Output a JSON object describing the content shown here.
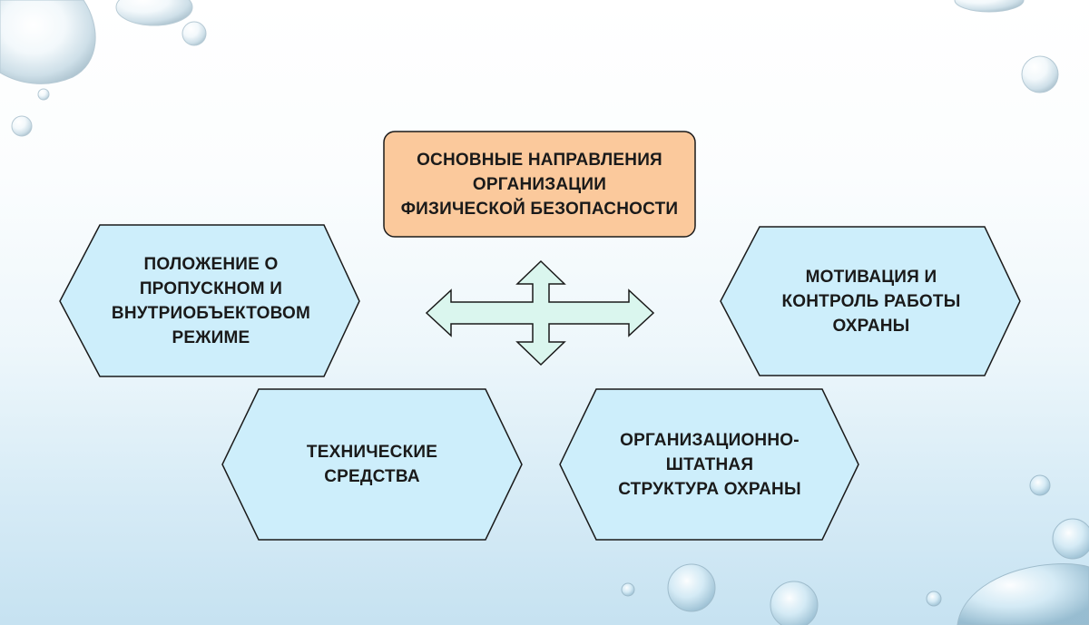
{
  "center": {
    "lines": [
      "ОСНОВНЫЕ НАПРАВЛЕНИЯ",
      "ОРГАНИЗАЦИИ",
      "ФИЗИЧЕСКОЙ БЕЗОПАСНОСТИ"
    ]
  },
  "nodes": {
    "top_left": {
      "lines": [
        "ПОЛОЖЕНИЕ О",
        "ПРОПУСКНОМ И",
        "ВНУТРИОБЪЕКТОВОМ",
        "РЕЖИМЕ"
      ]
    },
    "top_right": {
      "lines": [
        "МОТИВАЦИЯ И",
        "КОНТРОЛЬ РАБОТЫ",
        "ОХРАНЫ"
      ]
    },
    "bottom_left": {
      "lines": [
        "ТЕХНИЧЕСКИЕ",
        "СРЕДСТВА"
      ]
    },
    "bottom_right": {
      "lines": [
        "ОРГАНИЗАЦИОННО-",
        "ШТАТНАЯ",
        "СТРУКТУРА ОХРАНЫ"
      ]
    }
  },
  "colors": {
    "center_fill": "#fbc99c",
    "node_fill": "#cdeefb",
    "arrow_fill": "#daf6ee",
    "stroke": "#1a1a1a"
  },
  "icons": {
    "connector": "four-way-arrow-icon",
    "decoration": "water-drop-icon"
  }
}
